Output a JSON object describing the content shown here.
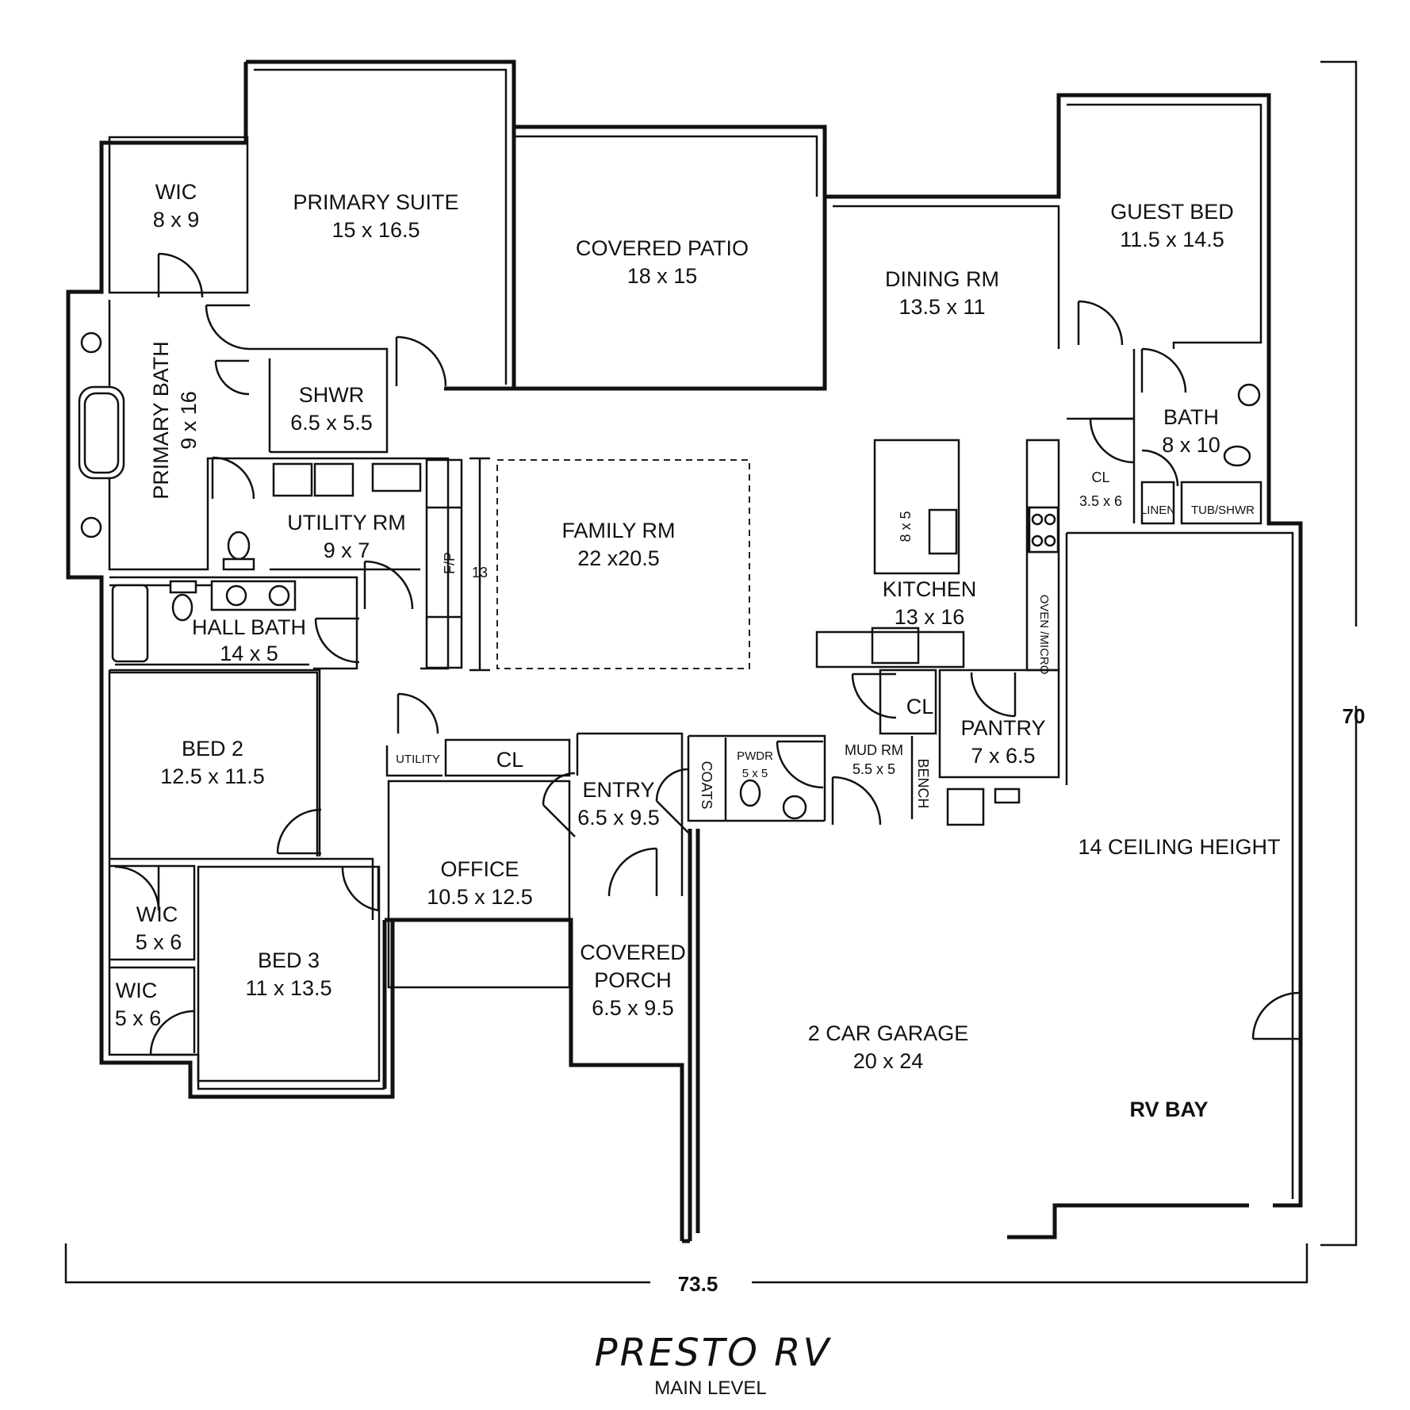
{
  "plan": {
    "title": "PRESTO RV",
    "subtitle": "MAIN LEVEL",
    "dimensions": {
      "width": "73.5",
      "depth": "70"
    },
    "fireplace_depth": "13",
    "ceiling_note": "14 CEILING HEIGHT",
    "rooms": {
      "wic_primary": {
        "name": "WIC",
        "size": "8 x 9"
      },
      "primary_suite": {
        "name": "PRIMARY SUITE",
        "size": "15 x 16.5"
      },
      "covered_patio": {
        "name": "COVERED PATIO",
        "size": "18 x 15"
      },
      "dining": {
        "name": "DINING RM",
        "size": "13.5 x 11"
      },
      "guest_bed": {
        "name": "GUEST BED",
        "size": "11.5 x 14.5"
      },
      "primary_bath": {
        "name": "PRIMARY BATH",
        "size": "9 x 16"
      },
      "shower": {
        "name": "SHWR",
        "size": "6.5 x 5.5"
      },
      "bath": {
        "name": "BATH",
        "size": "8 x 10"
      },
      "closet_35": {
        "name": "CL",
        "size": "3.5 x 6"
      },
      "linen": {
        "name": "LINEN"
      },
      "tub_shower": {
        "name": "TUB/SHWR"
      },
      "utility_rm": {
        "name": "UTILITY RM",
        "size": "9 x 7"
      },
      "fireplace": {
        "name": "F/P"
      },
      "family": {
        "name": "FAMILY RM",
        "size": "22 x20.5"
      },
      "island": {
        "size": "8 x 5"
      },
      "kitchen": {
        "name": "KITCHEN",
        "size": "13 x 16"
      },
      "oven": {
        "name": "OVEN /MICRO"
      },
      "hall_bath": {
        "name": "HALL BATH",
        "size": "14 x 5"
      },
      "closet_kitchen": {
        "name": "CL"
      },
      "pantry": {
        "name": "PANTRY",
        "size": "7 x 6.5"
      },
      "bed2": {
        "name": "BED 2",
        "size": "12.5 x 11.5"
      },
      "utility_small": {
        "name": "UTILITY"
      },
      "closet_hall": {
        "name": "CL"
      },
      "coats": {
        "name": "COATS"
      },
      "powder": {
        "name": "PWDR",
        "size": "5 x 5"
      },
      "mud_rm": {
        "name": "MUD RM",
        "size": "5.5 x 5"
      },
      "bench": {
        "name": "BENCH"
      },
      "entry": {
        "name": "ENTRY",
        "size": "6.5 x 9.5"
      },
      "office": {
        "name": "OFFICE",
        "size": "10.5 x 12.5"
      },
      "wic_bed2": {
        "name": "WIC",
        "size": "5 x 6"
      },
      "wic_bed3": {
        "name": "WIC",
        "size": "5 x 6"
      },
      "bed3": {
        "name": "BED 3",
        "size": "11 x 13.5"
      },
      "covered_porch": {
        "name_line1": "COVERED",
        "name_line2": "PORCH",
        "size": "6.5 x 9.5"
      },
      "garage": {
        "name": "2 CAR GARAGE",
        "size": "20 x 24"
      },
      "rv_bay": {
        "name": "RV BAY"
      }
    }
  }
}
